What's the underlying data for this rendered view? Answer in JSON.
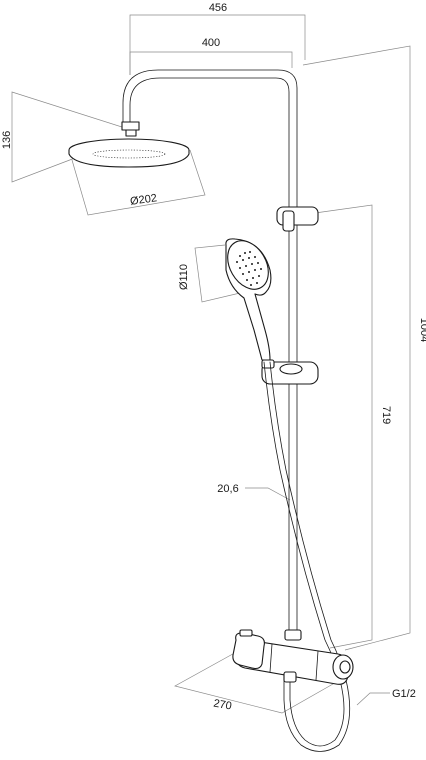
{
  "dimensions": {
    "overall_reach": "456",
    "arm_reach": "400",
    "head_height": "136",
    "head_diameter": "Ø202",
    "handset_diameter": "Ø110",
    "total_height": "1004",
    "slider_height": "719",
    "rail_diameter": "20,6",
    "valve_depth": "270",
    "inlet_thread": "G1/2"
  }
}
